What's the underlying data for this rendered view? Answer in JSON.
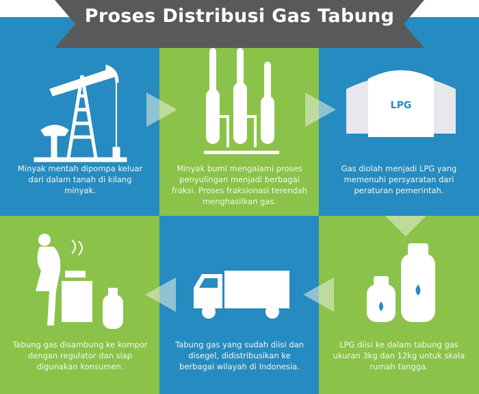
{
  "title": "Proses Distribusi Gas Tabung",
  "steps": [
    {
      "text": "Minyak mentah dipompa keluar dari dalam tanah di kilang minyak.",
      "icon": "oil-pump-icon"
    },
    {
      "text": "Minyak bumi mengalami proses penyulingan menjadi berbagai fraksi. Proses fraksionasi terendah menghasilkan gas.",
      "icon": "distillation-column-icon"
    },
    {
      "text": "Gas diolah menjadi LPG yang memenuhi persyaratan dari peraturan pemerintah.",
      "icon": "lpg-tank-icon",
      "label": "LPG"
    },
    {
      "text": "LPG diisi ke dalam tabung gas ukuran 3kg dan 12kg untuk skala rumah tangga.",
      "icon": "gas-cylinders-icon"
    },
    {
      "text": "Tabung gas yang sudah diisi dan disegel, didistribusikan ke berbagai wilayah di Indonesia.",
      "icon": "truck-icon"
    },
    {
      "text": "Tabung gas disambung ke kompor dengan regulator dan siap digunakan konsumen.",
      "icon": "woman-cooking-icon"
    }
  ],
  "colors": {
    "blue": "#268bc0",
    "green": "#8bc249",
    "banner": "#58595b"
  }
}
